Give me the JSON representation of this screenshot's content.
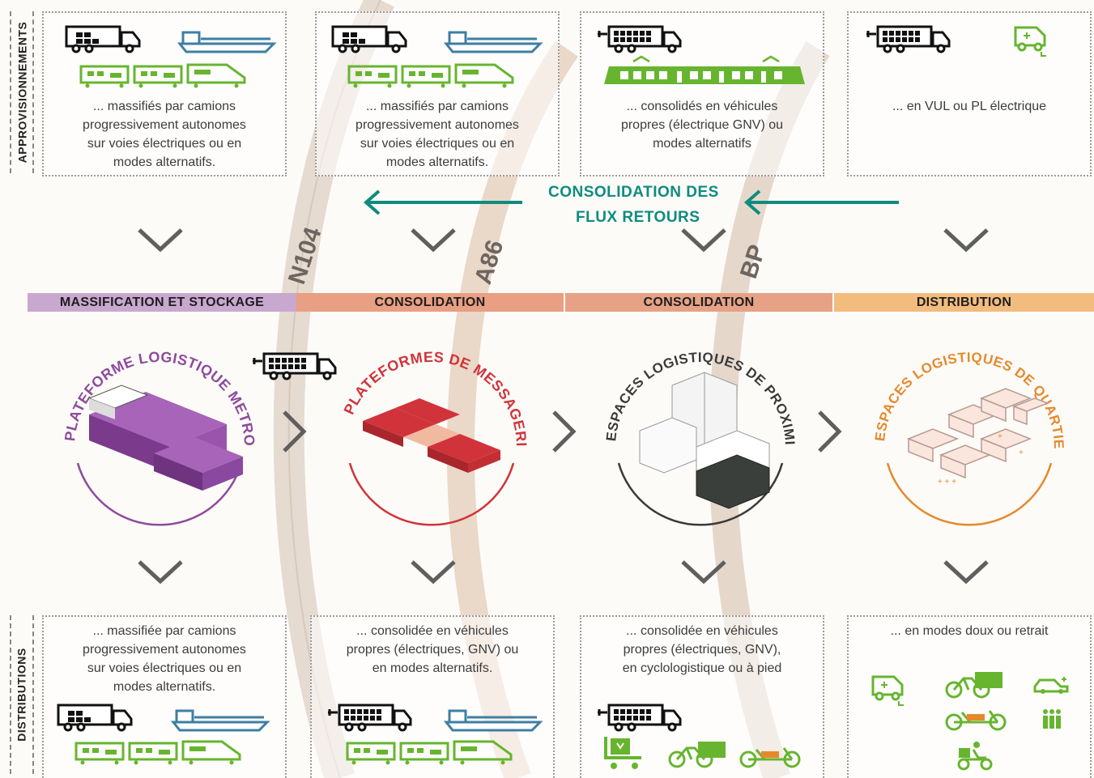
{
  "side_labels": {
    "top": "APPROVISIONNEMENTS",
    "bottom": "DISTRIBUTIONS"
  },
  "top_boxes": [
    {
      "text": "... massifiés par camions\nprogressivement autonomes\nsur voies électriques ou en\nmodes alternatifs."
    },
    {
      "text": "... massifiés par camions\nprogressivement autonomes\nsur voies électriques ou en\nmodes alternatifs."
    },
    {
      "text": "... consolidés en véhicules\npropres (électrique GNV) ou\nmodes alternatifs"
    },
    {
      "text": "... en VUL ou PL électrique"
    }
  ],
  "flux": {
    "line1": "CONSOLIDATION DES",
    "line2": "FLUX RETOURS"
  },
  "roads": [
    "N104",
    "A86",
    "BP"
  ],
  "bands": [
    {
      "label": "MASSIFICATION ET STOCKAGE",
      "color": "#c9a8cf"
    },
    {
      "label": "CONSOLIDATION",
      "color": "#e99f83"
    },
    {
      "label": "CONSOLIDATION",
      "color": "#e7a286"
    },
    {
      "label": "DISTRIBUTION",
      "color": "#f2bc7e"
    }
  ],
  "platforms": [
    {
      "title": "PLATEFORME LOGISTIQUE METROPOLITAINE",
      "color": "#8e4a9c"
    },
    {
      "title": "PLATEFORMES DE MESSAGERIE",
      "color": "#d0343a"
    },
    {
      "title": "ESPACES LOGISTIQUES DE PROXIMITE",
      "color": "#3a3a3a"
    },
    {
      "title": "ESPACES LOGISTIQUES DE QUARTIER",
      "color": "#e6892c"
    }
  ],
  "bottom_boxes": [
    {
      "text": "... massifiée par camions\nprogressivement autonomes\nsur voies électriques ou en\nmodes alternatifs."
    },
    {
      "text": "... consolidée en véhicules\npropres (électriques, GNV) ou\nen modes alternatifs."
    },
    {
      "text": "... consolidée en véhicules\npropres (électriques, GNV),\nen cyclologistique ou à pied"
    },
    {
      "text": "... en modes doux ou retrait"
    }
  ],
  "colors": {
    "teal": "#0e8c7e",
    "green": "#67b52f",
    "blue": "#3e7ea3",
    "chevron": "#5f5f5f",
    "road": "#ddd0c4"
  },
  "icons": [
    "truck-icon",
    "electric-truck-icon",
    "cargo-ship-icon",
    "freight-train-icon",
    "tram-icon",
    "electric-van-icon",
    "cargo-bike-icon",
    "electric-car-icon",
    "pedestrians-icon",
    "delivery-scooter-icon",
    "hand-truck-icon",
    "chevron-down-icon",
    "chevron-right-icon"
  ]
}
